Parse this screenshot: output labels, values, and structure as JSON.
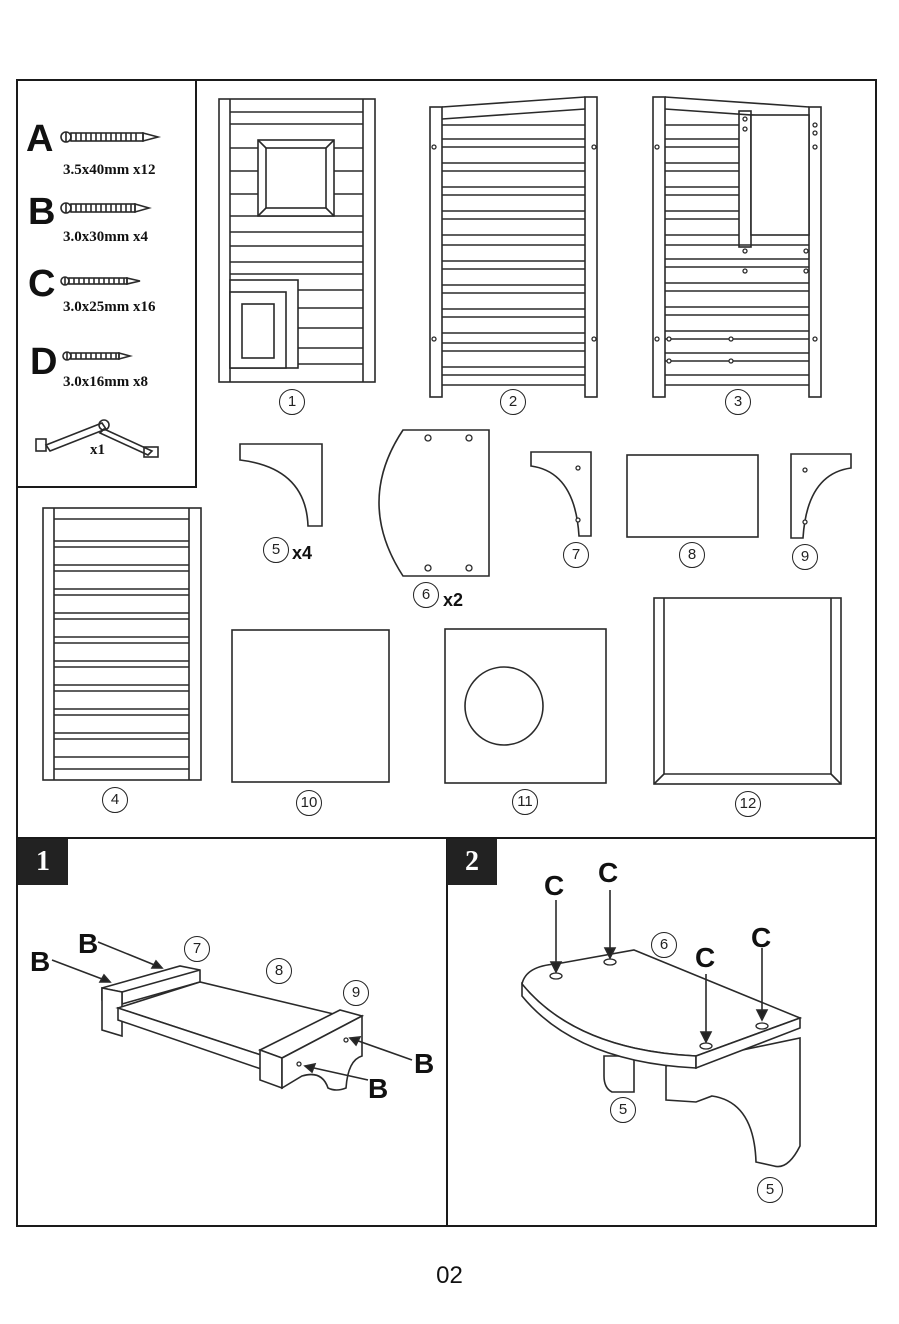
{
  "hardware": [
    {
      "letter": "A",
      "spec": "3.5x40mm x12"
    },
    {
      "letter": "B",
      "spec": "3.0x30mm x4"
    },
    {
      "letter": "C",
      "spec": "3.0x25mm x16"
    },
    {
      "letter": "D",
      "spec": "3.0x16mm x8"
    }
  ],
  "bracket_qty": "x1",
  "parts": {
    "p1": "1",
    "p2": "2",
    "p3": "3",
    "p4": "4",
    "p5": "5",
    "p5_qty": "x4",
    "p6": "6",
    "p6_qty": "x2",
    "p7": "7",
    "p8": "8",
    "p9": "9",
    "p10": "10",
    "p11": "11",
    "p12": "12"
  },
  "steps": {
    "step1": {
      "badge": "1",
      "labels": {
        "b": "B",
        "n7": "7",
        "n8": "8",
        "n9": "9"
      }
    },
    "step2": {
      "badge": "2",
      "labels": {
        "c": "C",
        "n6": "6",
        "n5": "5"
      }
    }
  },
  "page_number": "02"
}
